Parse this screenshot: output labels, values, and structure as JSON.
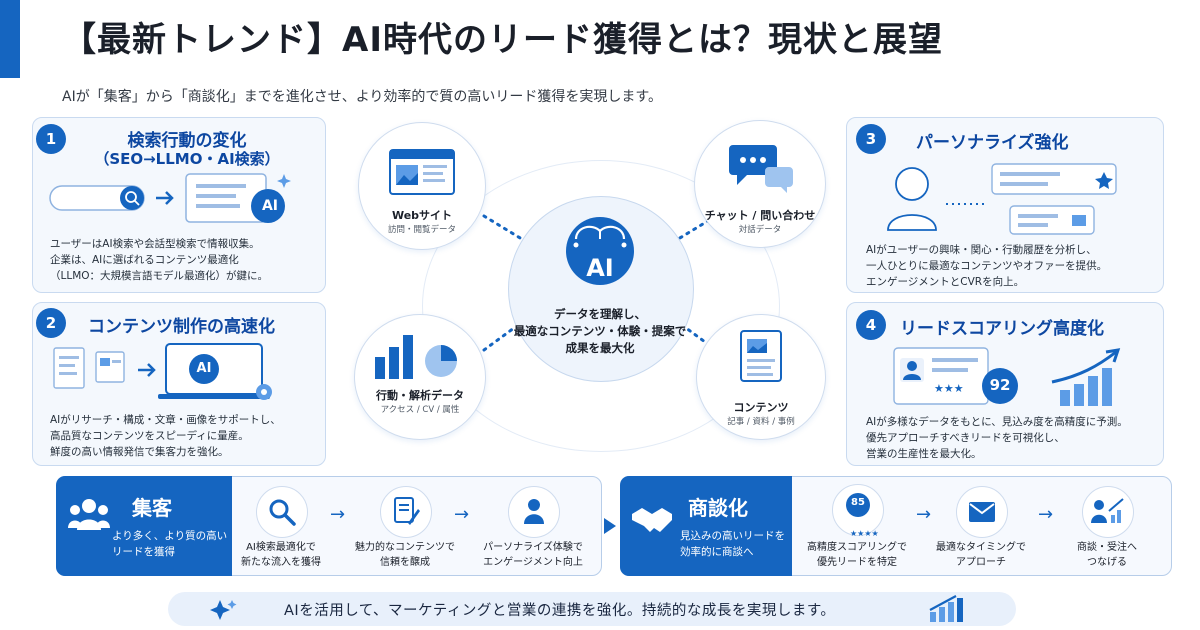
{
  "header": {
    "title": "【最新トレンド】AI時代のリード獲得とは？現状と展望",
    "subtitle": "AIが「集客」から「商談化」までを進化させ、より効率的で質の高いリード獲得を実現します。"
  },
  "cards": [
    {
      "number": "1",
      "title_line1": "検索行動の変化",
      "title_line2": "（SEO→LLMO・AI検索）",
      "desc": [
        "ユーザーはAI検索や会話型検索で情報収集。",
        "企業は、AIに選ばれるコンテンツ最適化",
        "（LLMO：大規模言語モデル最適化）が鍵に。"
      ],
      "badge": "AI"
    },
    {
      "number": "2",
      "title_line1": "コンテンツ制作の高速化",
      "desc": [
        "AIがリサーチ・構成・文章・画像をサポートし、",
        "高品質なコンテンツをスピーディに量産。",
        "鮮度の高い情報発信で集客力を強化。"
      ],
      "badge": "AI"
    },
    {
      "number": "3",
      "title_line1": "パーソナライズ強化",
      "desc": [
        "AIがユーザーの興味・関心・行動履歴を分析し、",
        "一人ひとりに最適なコンテンツやオファーを提供。",
        "エンゲージメントとCVRを向上。"
      ]
    },
    {
      "number": "4",
      "title_line1": "リードスコアリング高度化",
      "desc": [
        "AIが多様なデータをもとに、見込み度を高精度に予測。",
        "優先アプローチすべきリードを可視化し、",
        "営業の生産性を最大化。"
      ],
      "score": "92"
    }
  ],
  "hub": {
    "badge": "AI",
    "text_line1": "データを理解し、",
    "text_line2": "最適なコンテンツ・体験・提案で",
    "text_line3": "成果を最大化"
  },
  "sources": [
    {
      "label": "Webサイト",
      "sub": "訪問・閲覧データ"
    },
    {
      "label": "チャット / 問い合わせ",
      "sub": "対話データ"
    },
    {
      "label": "行動・解析データ",
      "sub": "アクセス / CV / 属性"
    },
    {
      "label": "コンテンツ",
      "sub": "記事 / 資料 / 事例"
    }
  ],
  "flow": {
    "acquisition": {
      "title": "集客",
      "sub_line1": "より多く、より質の高い",
      "sub_line2": "リードを獲得",
      "steps": [
        {
          "line1": "AI検索最適化で",
          "line2": "新たな流入を獲得"
        },
        {
          "line1": "魅力的なコンテンツで",
          "line2": "信頼を醸成"
        },
        {
          "line1": "パーソナライズ体験で",
          "line2": "エンゲージメント向上"
        }
      ]
    },
    "negotiation": {
      "title": "商談化",
      "sub_line1": "見込みの高いリードを",
      "sub_line2": "効率的に商談へ",
      "score_badge": "85",
      "steps": [
        {
          "line1": "高精度スコアリングで",
          "line2": "優先リードを特定"
        },
        {
          "line1": "最適なタイミングで",
          "line2": "アプローチ"
        },
        {
          "line1": "商談・受注へ",
          "line2": "つなげる"
        }
      ]
    }
  },
  "footer": {
    "banner": "AIを活用して、マーケティングと営業の連携を強化。持続的な成長を実現します。"
  },
  "colors": {
    "primary": "#1565c0",
    "card_bg": "#f4f8fd",
    "card_border": "#c9daf0",
    "title_text": "#0d47a1"
  }
}
